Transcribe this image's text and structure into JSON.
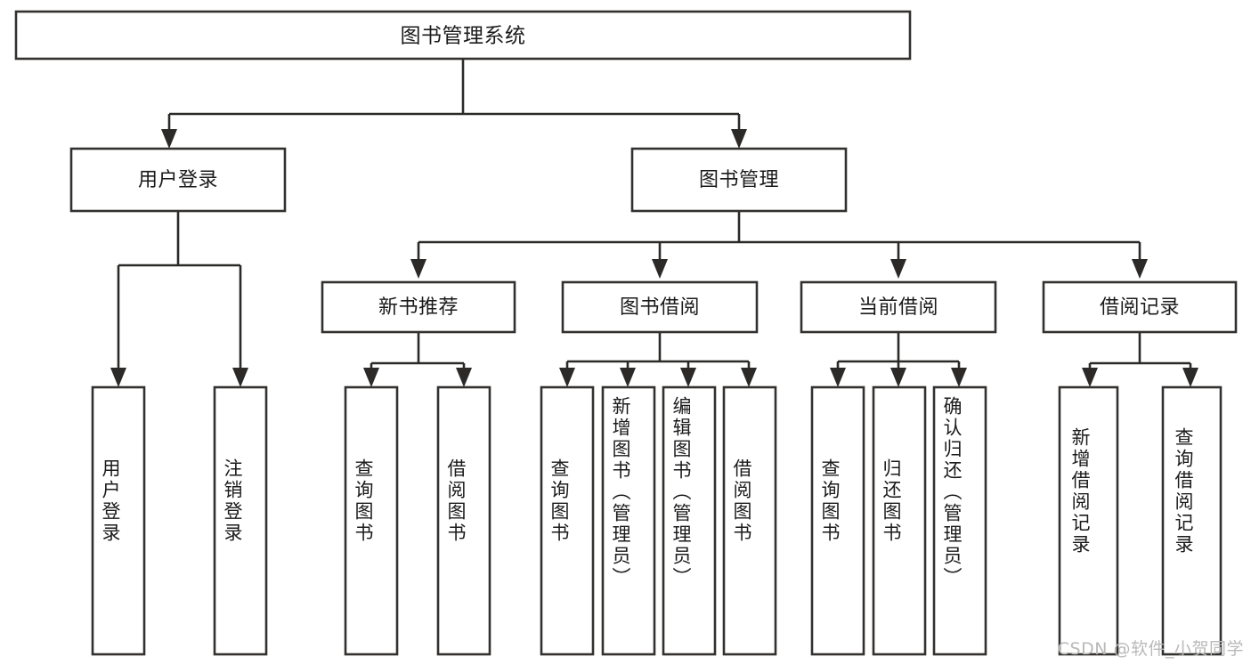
{
  "diagram": {
    "type": "tree-hierarchy",
    "title": "图书管理系统",
    "orientation": "top-down",
    "colors": {
      "box_fill": "#ffffff",
      "box_stroke": "#32312f",
      "connector": "#2b2a28",
      "text": "#1b1b1b",
      "background": "#ffffff",
      "watermark": "#b9b9b9"
    },
    "root": {
      "label": "图书管理系统"
    },
    "level2": [
      {
        "label": "用户登录"
      },
      {
        "label": "图书管理"
      }
    ],
    "level3": [
      {
        "label": "新书推荐"
      },
      {
        "label": "图书借阅"
      },
      {
        "label": "当前借阅"
      },
      {
        "label": "借阅记录"
      }
    ],
    "leaves": {
      "user_login": [
        {
          "label": "用户登录"
        },
        {
          "label": "注销登录"
        }
      ],
      "new_book_recommend": [
        {
          "label": "查询图书"
        },
        {
          "label": "借阅图书"
        }
      ],
      "book_borrow": [
        {
          "label": "查询图书"
        },
        {
          "label": "新增图书（管理员）"
        },
        {
          "label": "编辑图书（管理员）"
        },
        {
          "label": "借阅图书"
        }
      ],
      "current_borrow": [
        {
          "label": "查询图书"
        },
        {
          "label": "归还图书"
        },
        {
          "label": "确认归还（管理员）"
        }
      ],
      "borrow_records": [
        {
          "label": "新增借阅记录"
        },
        {
          "label": "查询借阅记录"
        }
      ]
    }
  },
  "watermark": {
    "text": "CSDN @软件_小贺同学"
  }
}
